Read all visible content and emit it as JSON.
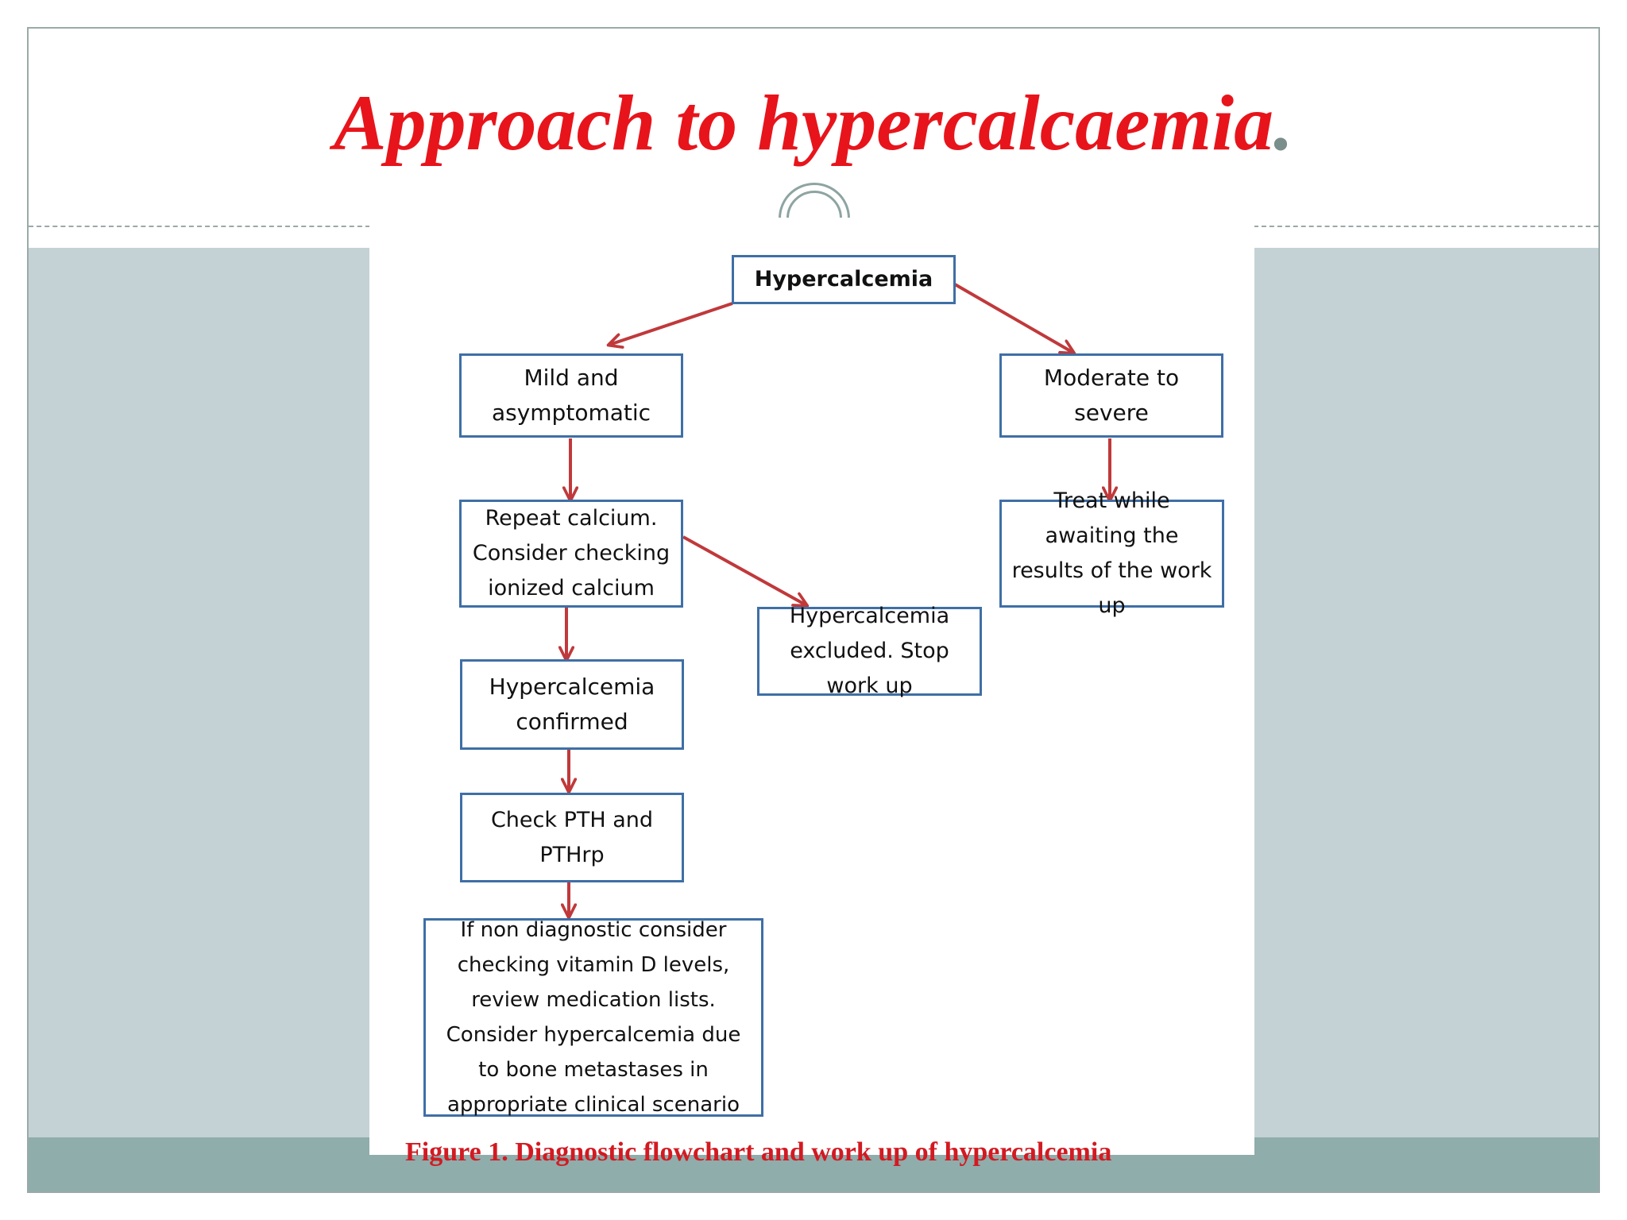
{
  "slide": {
    "title": "Approach to hypercalcaemia",
    "title_suffix": ".",
    "title_color": "#e8141b",
    "frame_color": "#9aaaa8",
    "band_color": "#c4d2d5",
    "footer_color": "#8fadab",
    "ornament_icon": "concentric-arc-icon"
  },
  "diagram": {
    "box_border_color": "#3f6fa6",
    "arrow_color": "#c0393b",
    "nodes": {
      "hypercalcemia": "Hypercalcemia",
      "mild": "Mild and asymptomatic",
      "moderate": "Moderate to severe",
      "repeat": "Repeat calcium. Consider checking ionized calcium",
      "treat": "Treat while awaiting the results of the work up",
      "excluded": "Hypercalcemia excluded. Stop work up",
      "confirmed": "Hypercalcemia confirmed",
      "check_pth": "Check PTH and PTHrp",
      "non_diagnostic": "If non diagnostic consider checking vitamin D levels, review medication lists. Consider hypercalcemia due to bone metastases in appropriate clinical scenario"
    },
    "edges": [
      {
        "from": "hypercalcemia",
        "to": "mild"
      },
      {
        "from": "hypercalcemia",
        "to": "moderate"
      },
      {
        "from": "mild",
        "to": "repeat"
      },
      {
        "from": "moderate",
        "to": "treat"
      },
      {
        "from": "repeat",
        "to": "excluded"
      },
      {
        "from": "repeat",
        "to": "confirmed"
      },
      {
        "from": "confirmed",
        "to": "check_pth"
      },
      {
        "from": "check_pth",
        "to": "non_diagnostic"
      }
    ],
    "caption_fragment": "Figure 1. Diagnostic flowchart and work up of hypercalcemia"
  }
}
